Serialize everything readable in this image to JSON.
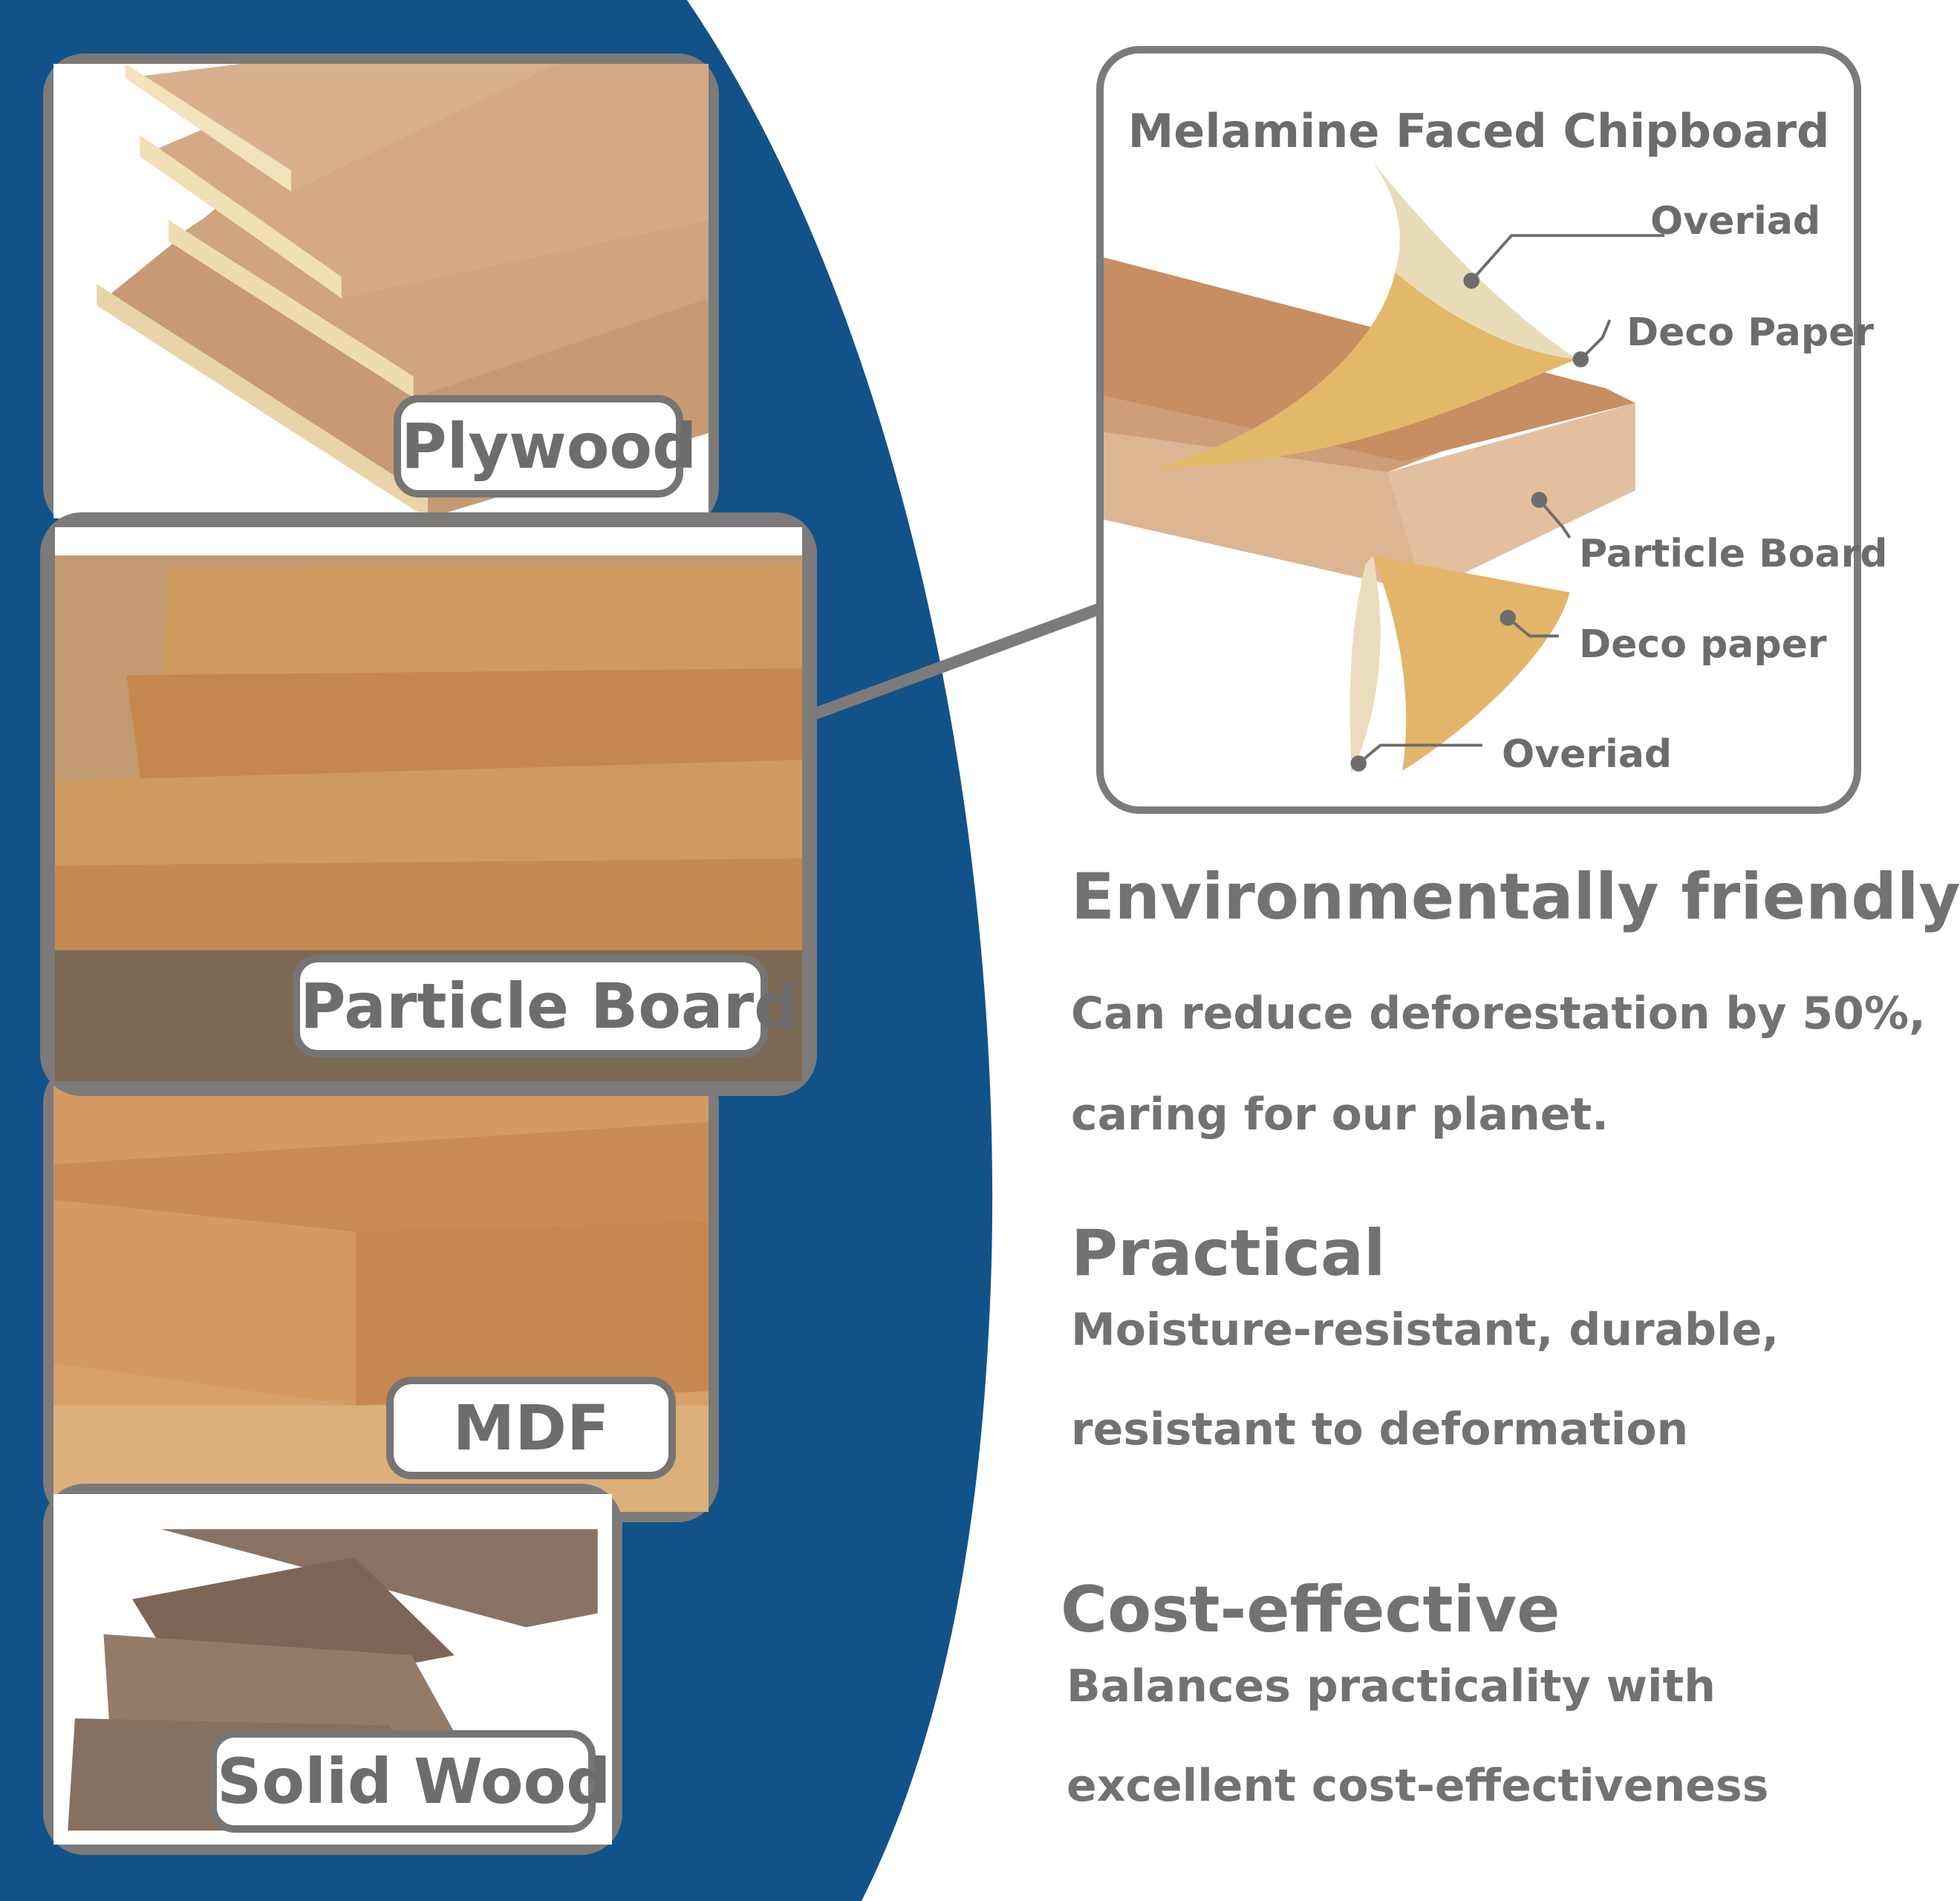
{
  "colors": {
    "panel_blue": "#115388",
    "frame_gray": "#7c7b79",
    "text_gray": "#737270"
  },
  "materials": [
    {
      "label": "Plywood"
    },
    {
      "label": "Particle Board"
    },
    {
      "label": "MDF"
    },
    {
      "label": "Solid Wood"
    }
  ],
  "diagram": {
    "title": "Melamine Faced Chipboard",
    "layers": [
      "Overiad",
      "Deco Paper",
      "Particle Board",
      "Deco paper",
      "Overiad"
    ]
  },
  "features": [
    {
      "heading": "Environmentally friendly",
      "line1": "Can reduce deforestation by 50%,",
      "line2": "caring for our planet."
    },
    {
      "heading": "Practical",
      "line1": "Moisture-resistant, durable,",
      "line2": "resistant to deformation"
    },
    {
      "heading": "Cost-effective",
      "line1": "Balances practicality with",
      "line2": "excellent cost-effectiveness"
    }
  ]
}
